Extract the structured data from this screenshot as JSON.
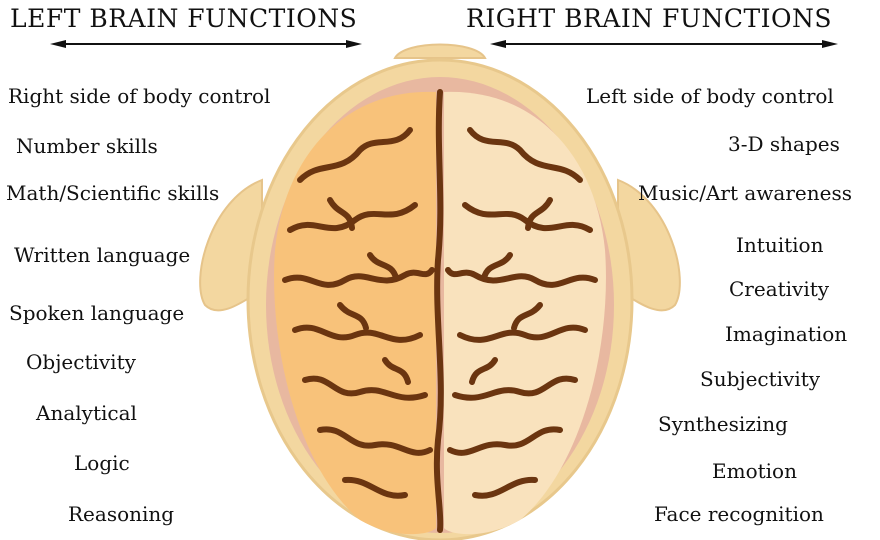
{
  "headings": {
    "left": "LEFT BRAIN FUNCTIONS",
    "right": "RIGHT BRAIN FUNCTIONS"
  },
  "left_functions": [
    "Right side of body control",
    "Number skills",
    "Math/Scientific skills",
    "Written language",
    "Spoken language",
    "Objectivity",
    "Analytical",
    "Logic",
    "Reasoning"
  ],
  "right_functions": [
    "Left side of body control",
    "3-D shapes",
    "Music/Art awareness",
    "Intuition",
    "Creativity",
    "Imagination",
    "Subjectivity",
    "Synthesizing",
    "Emotion",
    "Face recognition"
  ],
  "colors": {
    "head": "#f3d7a0",
    "head_outline": "#e8c88c",
    "skull_inner": "#e8b8a0",
    "left_hemisphere": "#f8c27a",
    "right_hemisphere": "#f9e2bd",
    "sulci": "#6b3510",
    "text": "#111111"
  }
}
